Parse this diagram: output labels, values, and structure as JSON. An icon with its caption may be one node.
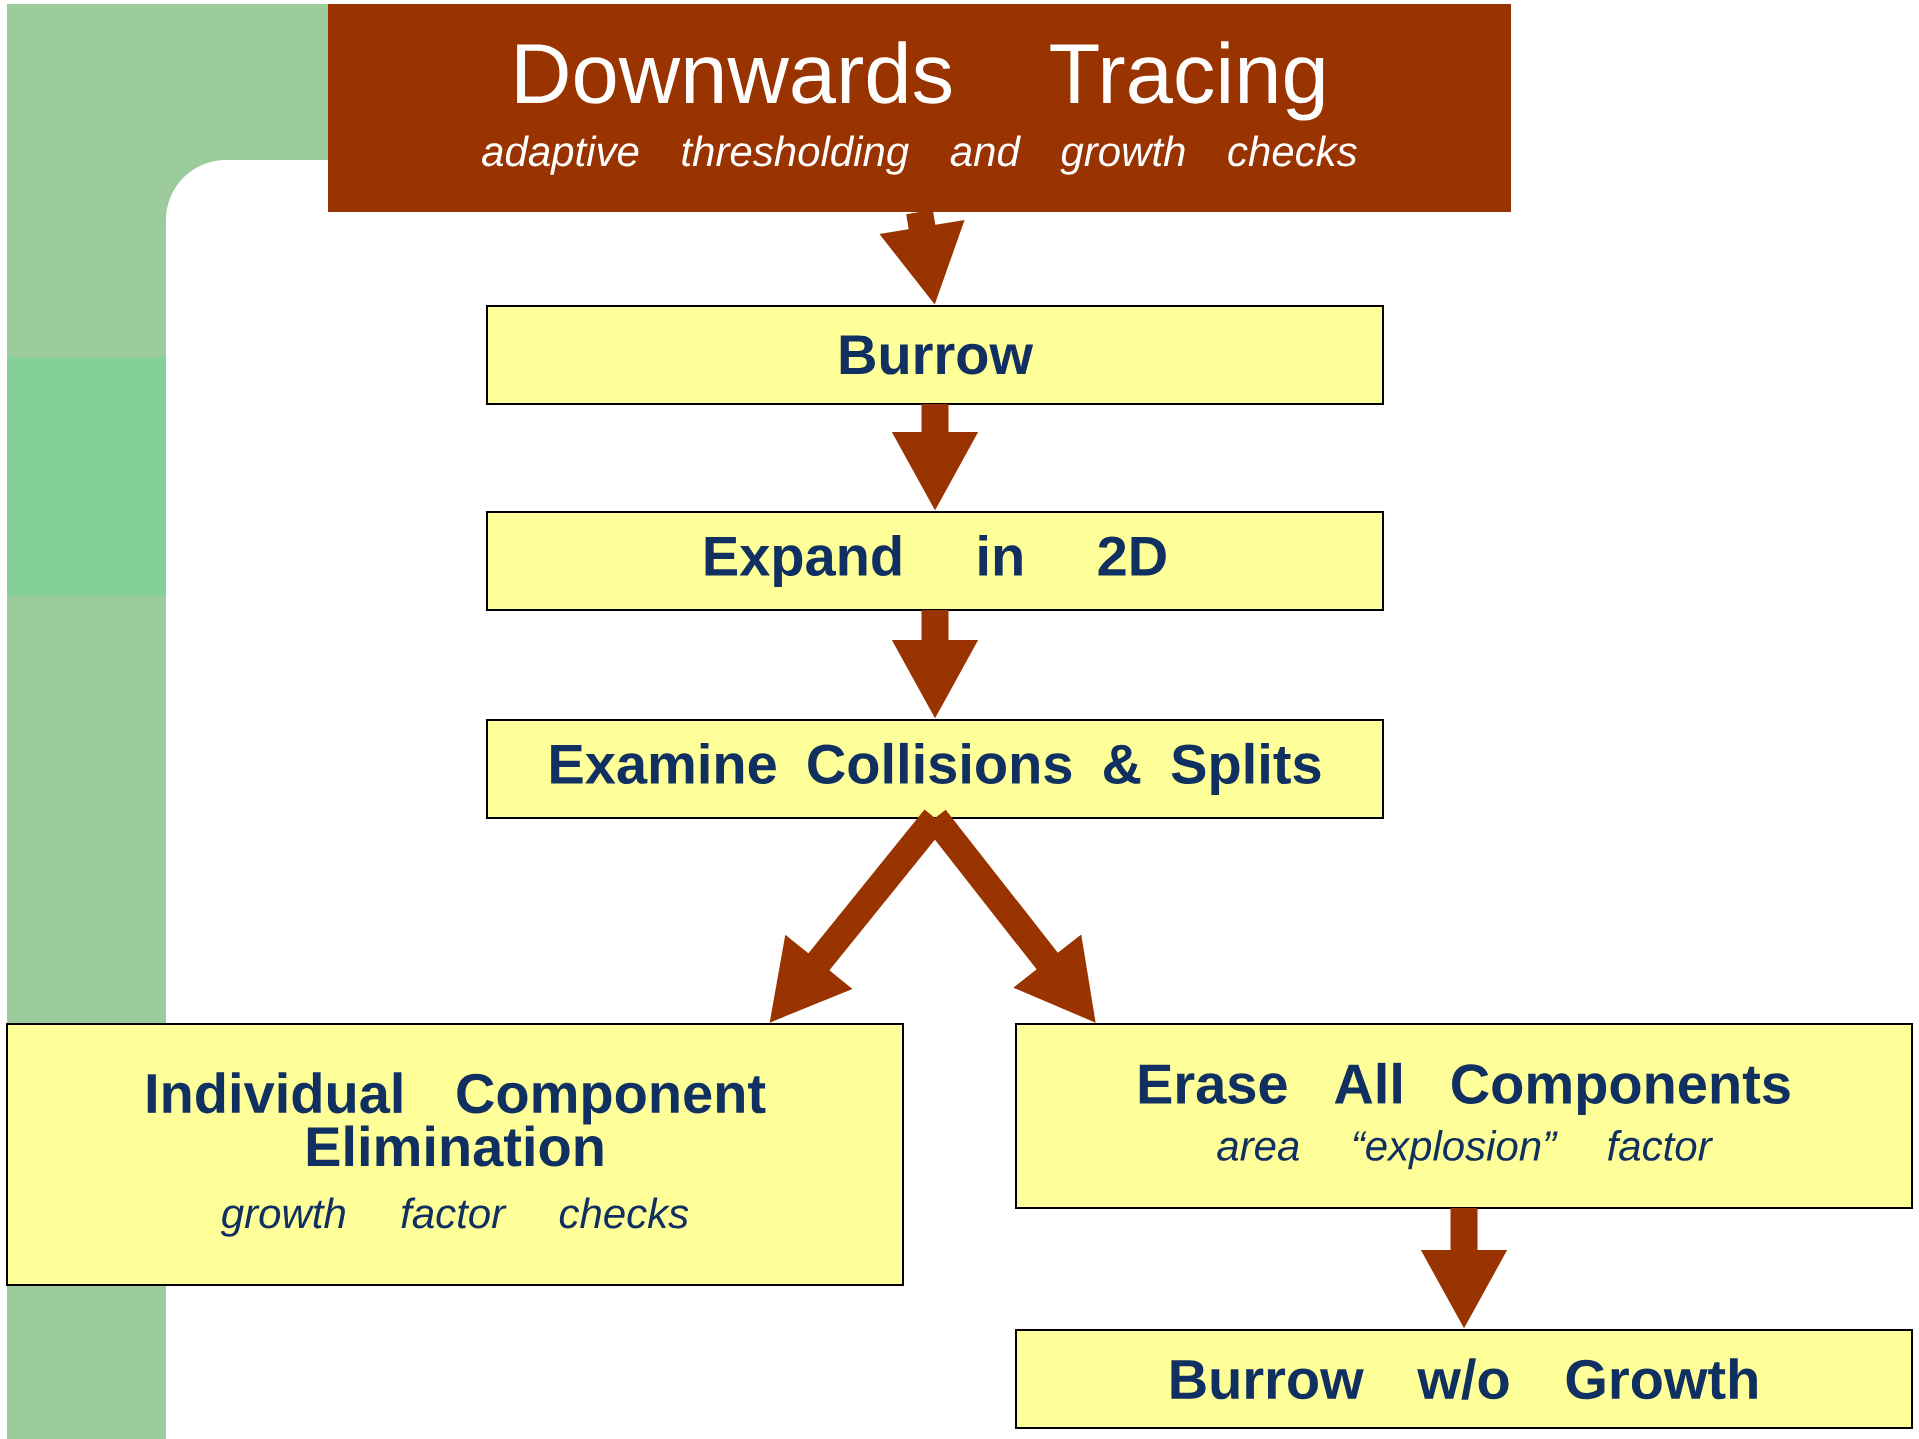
{
  "diagram": {
    "nodes": [
      {
        "text": [
          "Downwards Tracing",
          "adaptive thresholding and growth checks"
        ]
      },
      {
        "text": [
          "Burrow"
        ]
      },
      {
        "text": [
          "Expand in 2D"
        ]
      },
      {
        "text": [
          "Examine Collisions & Splits"
        ]
      },
      {
        "text": [
          "Individual Component Elimination",
          "growth factor checks"
        ]
      },
      {
        "text": [
          "Erase All Components",
          "area “explosion” factor"
        ]
      },
      {
        "text": [
          "Burrow w/o Growth"
        ]
      }
    ],
    "edges": [
      {
        "from": 0,
        "to": 1,
        "arrow": "to"
      },
      {
        "from": 1,
        "to": 2,
        "arrow": "to"
      },
      {
        "from": 2,
        "to": 3,
        "arrow": "to"
      },
      {
        "from": 3,
        "to": 4,
        "arrow": "to"
      },
      {
        "from": 3,
        "to": 5,
        "arrow": "to"
      },
      {
        "from": 5,
        "to": 6,
        "arrow": "to"
      }
    ]
  }
}
